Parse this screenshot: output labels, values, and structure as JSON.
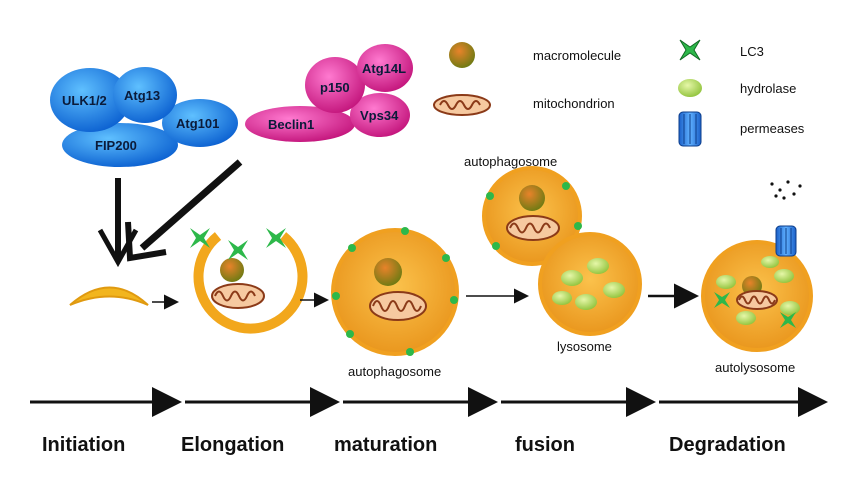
{
  "complex1": {
    "ulk": "ULK1/2",
    "atg13": "Atg13",
    "atg101": "Atg101",
    "fip200": "FIP200"
  },
  "complex2": {
    "p150": "p150",
    "atg14l": "Atg14L",
    "vps34": "Vps34",
    "beclin": "Beclin1"
  },
  "legend": {
    "macromolecule": "macromolecule",
    "mitochondrion": "mitochondrion",
    "lc3": "LC3",
    "hydrolase": "hydrolase",
    "permeases": "permeases"
  },
  "organelles": {
    "autophagosome_top": "autophagosome",
    "autophagosome_mid": "autophagosome",
    "lysosome": "lysosome",
    "autolysosome": "autolysosome"
  },
  "stages": [
    "Initiation",
    "Elongation",
    "maturation",
    "fusion",
    "Degradation"
  ],
  "colors": {
    "blue_protein": "#1a8ef0",
    "pink_protein": "#e0389a",
    "membrane": "#f2a71c",
    "vesicle_fill": "#f6b53a",
    "lc3": "#2db84a",
    "hydrolase": "#b8e05a",
    "mito": "#b5552a",
    "macromolecule": "#d4561a"
  }
}
